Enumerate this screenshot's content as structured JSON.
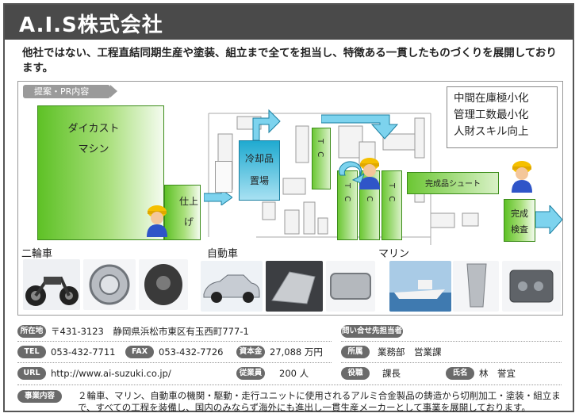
{
  "header": {
    "title": "A.I.S株式会社"
  },
  "tagline": "他社ではない、工程直結同期生産や塗装、組立まで全てを担当し、特徴ある一貫したものづくりを展開しております。",
  "diagram": {
    "tab_label": "提案・PR内容",
    "die_cast_line1": "ダイカスト",
    "die_cast_line2": "マシン",
    "finish_line1": "仕上",
    "finish_line2": "げ",
    "cooling_line1": "冷却品",
    "cooling_line2": "置場",
    "tc": "T　C",
    "completed_chute": "完成品シュート",
    "inspection_line1": "完成",
    "inspection_line2": "検査",
    "kpi": [
      "中間在庫極小化",
      "管理工数最小化",
      "人財スキル向上"
    ]
  },
  "sections": {
    "motorcycle": "二輪車",
    "automobile": "自動車",
    "marine": "マリン"
  },
  "info": {
    "address_label": "所在地",
    "address": "〒431-3123　静岡県浜松市東区有玉西町777-1",
    "tel_label": "TEL",
    "tel": "053-432-7711",
    "fax_label": "FAX",
    "fax": "053-432-7726",
    "capital_label": "資本金",
    "capital": "27,088 万円",
    "url_label": "URL",
    "url": "http://www.ai-suzuki.co.jp/",
    "employees_label": "従業員",
    "employees": "200 人",
    "contact_label": "問い合せ先担当者",
    "dept_label": "所属",
    "dept": "業務部　営業課",
    "position_label": "役職",
    "position": "課長",
    "name_label": "氏名",
    "name": "林　誉宜",
    "business_label": "事業内容",
    "business": "２輪車、マリン、自動車の機関・駆動・走行ユニットに使用されるアルミ合金製品の鋳造から切削加工・塗装・組立まで、すべての工程を装備し、国内のみならず海外にも進出し一貫生産メーカーとして事業を展開しております。"
  },
  "colors": {
    "header_bg": "#4a4a4a",
    "green": "#5ec126",
    "teal": "#1faad0",
    "label_bg": "#6a6a6a"
  }
}
